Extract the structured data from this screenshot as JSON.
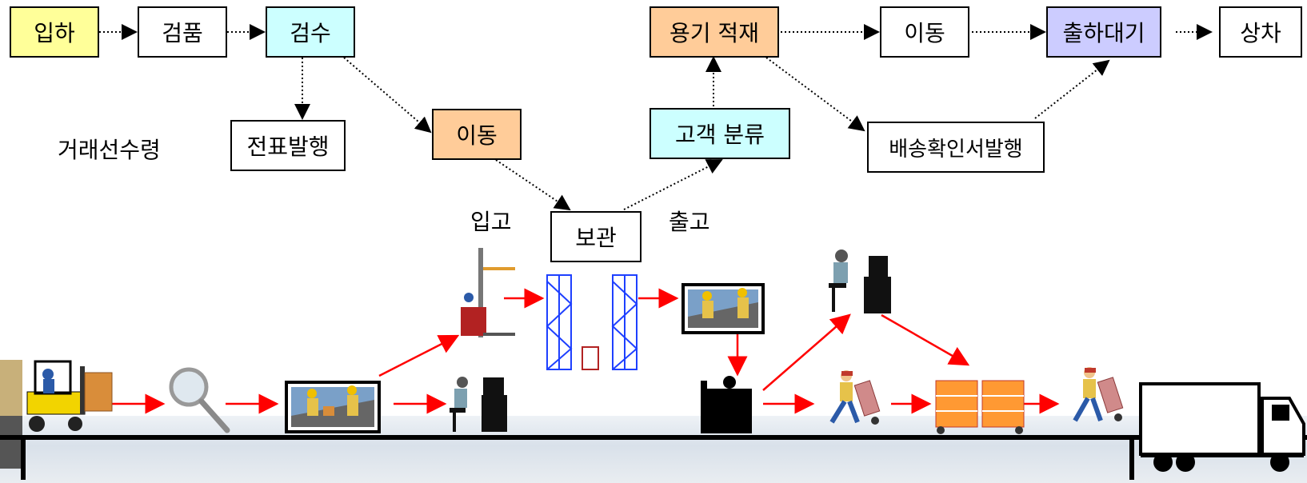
{
  "colors": {
    "yellow": "#ffff99",
    "cyan": "#ccffff",
    "orange": "#ffcc99",
    "lavender": "#ccccff",
    "white": "#ffffff",
    "flow_arrow": "#ff0000"
  },
  "process": {
    "arrival": "입하",
    "check": "검품",
    "receiving_inspection": "검수",
    "slip_issue": "전표발행",
    "move_to_storage": "이동",
    "storage": "보관",
    "customer_sort": "고객 분류",
    "container_load": "용기 적재",
    "move_to_dock": "이동",
    "delivery_confirmation": "배송확인서발행",
    "shipping_wait": "출하대기",
    "loading": "상차"
  },
  "labels": {
    "trade_doc": "거래선수령",
    "inbound": "입고",
    "outbound": "출고"
  },
  "icons": [
    "forklift-icon",
    "magnifier-icon",
    "workers-inspecting-icon",
    "clerk-computer-icon",
    "reach-truck-icon",
    "storage-rack-icon",
    "workers-sorting-icon",
    "porter-icon",
    "clerk-computer-icon",
    "hand-truck-worker-icon",
    "orange-cargo-carts-icon",
    "hand-truck-worker-icon",
    "delivery-truck-icon"
  ]
}
